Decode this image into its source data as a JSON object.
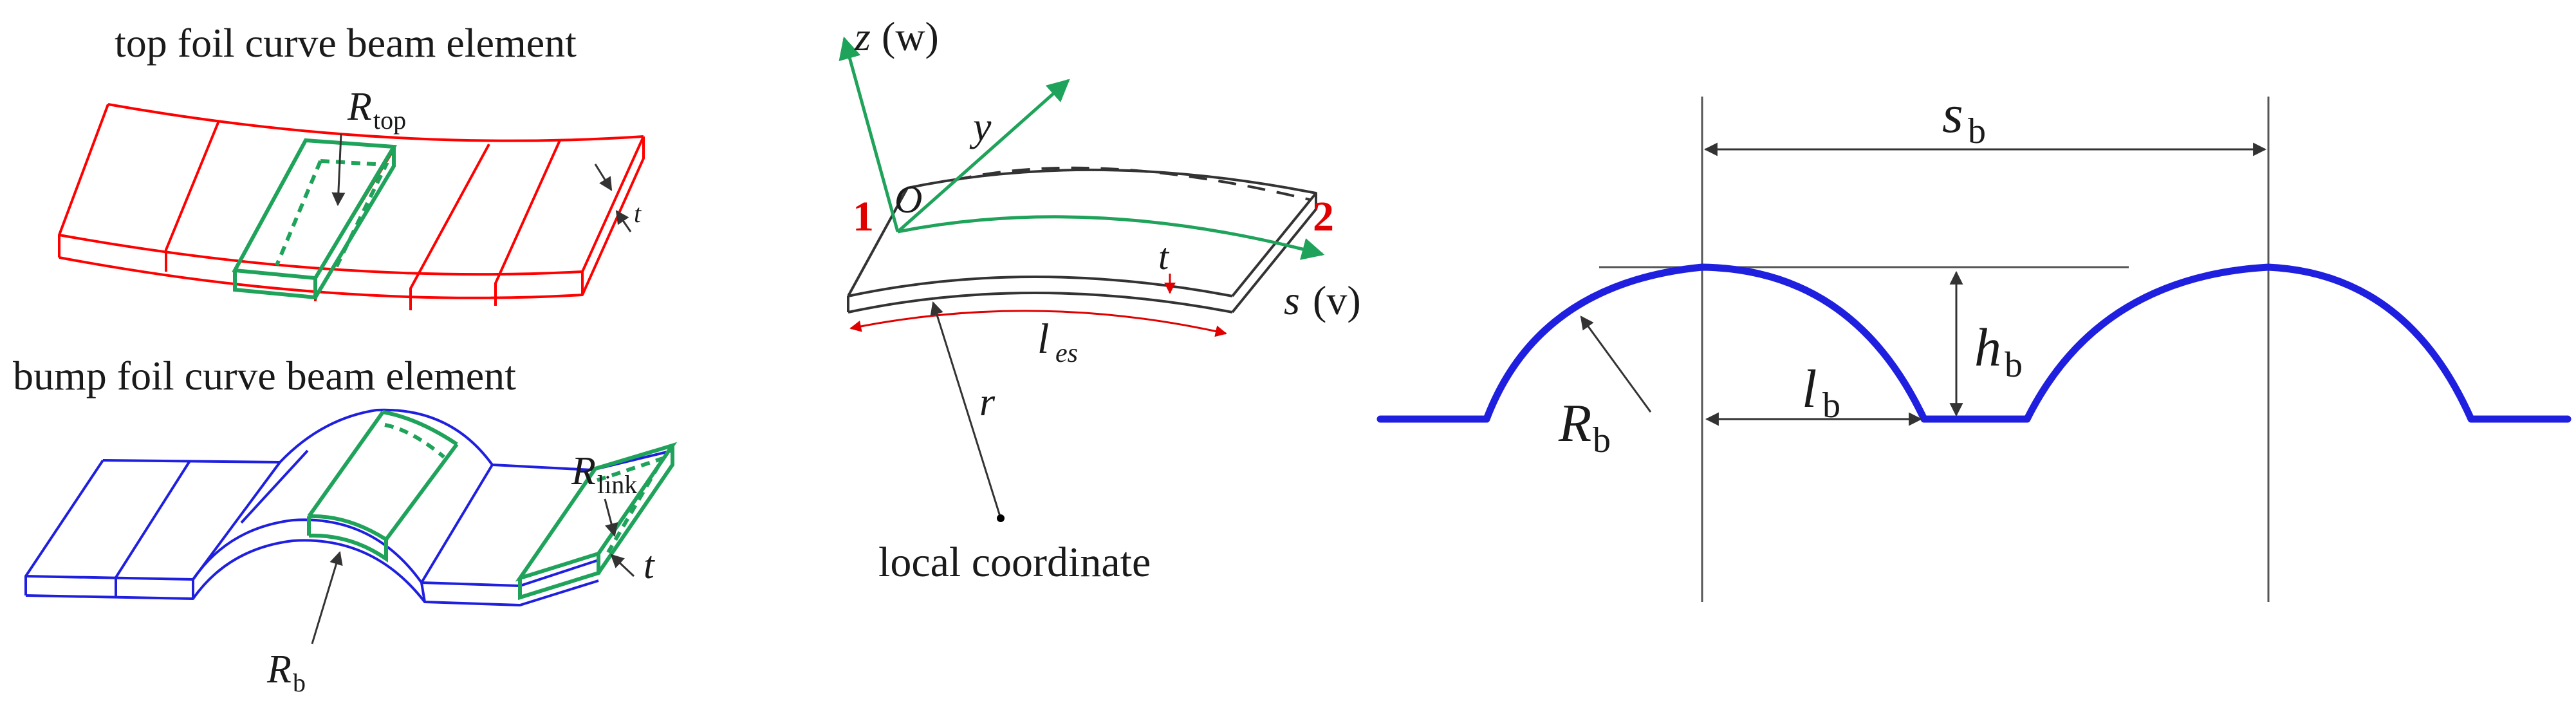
{
  "colors": {
    "top_foil": "#ff0000",
    "bump_foil": "#1f1fe0",
    "element": "#1fa35a",
    "node_label": "#e00000",
    "beam": "#333333",
    "axes": "#1fa35a",
    "profile": "#1f1fe0",
    "guide": "#555555"
  },
  "panel_a": {
    "top_title": "top foil curve beam element",
    "bump_title": "bump foil curve beam element",
    "r_top": {
      "symbol": "R",
      "sub": "top"
    },
    "r_link": {
      "symbol": "R",
      "sub": "link"
    },
    "r_b": {
      "symbol": "R",
      "sub": "b"
    },
    "t_top": "t",
    "t_bump": "t"
  },
  "panel_b": {
    "z_axis": {
      "symbol": "z",
      "paren": "(w)"
    },
    "y_axis": "y",
    "origin": "O",
    "s_axis": {
      "symbol": "s",
      "paren": "(v)"
    },
    "node_1": "1",
    "node_2": "2",
    "t": "t",
    "les": {
      "symbol": "l",
      "sub": "es"
    },
    "r": "r",
    "caption": "local coordinate"
  },
  "panel_c": {
    "sb": {
      "symbol": "s",
      "sub": "b"
    },
    "hb": {
      "symbol": "h",
      "sub": "b"
    },
    "lb": {
      "symbol": "l",
      "sub": "b"
    },
    "rb": {
      "symbol": "R",
      "sub": "b"
    }
  }
}
